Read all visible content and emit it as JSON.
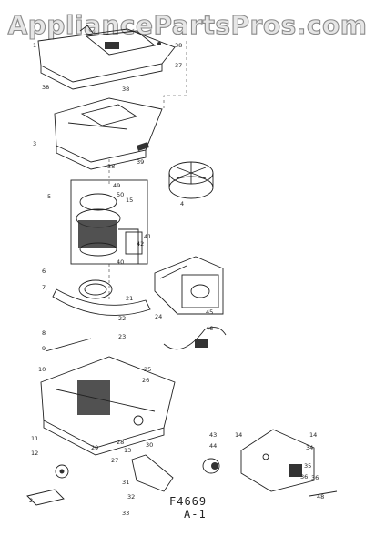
{
  "watermark": "AppliancePartsPros.com",
  "figure": {
    "code": "F4669",
    "sheet": "A-1"
  },
  "callouts": [
    "1",
    "2",
    "3",
    "4",
    "5",
    "6",
    "7",
    "8",
    "9",
    "10",
    "11",
    "12",
    "13",
    "14",
    "15",
    "21",
    "22",
    "23",
    "24",
    "25",
    "26",
    "27",
    "28",
    "29",
    "30",
    "31",
    "32",
    "33",
    "34",
    "35",
    "36",
    "37",
    "38",
    "39",
    "40",
    "41",
    "42",
    "43",
    "44",
    "45",
    "46",
    "48",
    "49",
    "50"
  ],
  "colors": {
    "ink": "#222222",
    "watermark_fill": "#e6e6e6",
    "watermark_stroke": "#8a8a8a"
  }
}
